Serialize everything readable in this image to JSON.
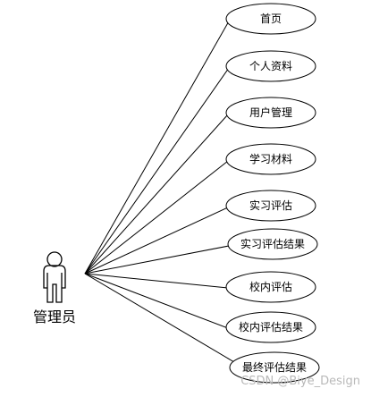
{
  "actor": {
    "label": "管理员"
  },
  "use_cases": [
    {
      "label": "首页"
    },
    {
      "label": "个人资料"
    },
    {
      "label": "用户管理"
    },
    {
      "label": "学习材料"
    },
    {
      "label": "实习评估"
    },
    {
      "label": "实习评估结果"
    },
    {
      "label": "校内评估"
    },
    {
      "label": "校内评估结果"
    },
    {
      "label": "最终评估结果"
    }
  ],
  "watermark": {
    "text": "CSDN @Biye_Design"
  },
  "colors": {
    "stroke": "#000000",
    "background": "#ffffff",
    "watermark": "#b9b9b9"
  }
}
